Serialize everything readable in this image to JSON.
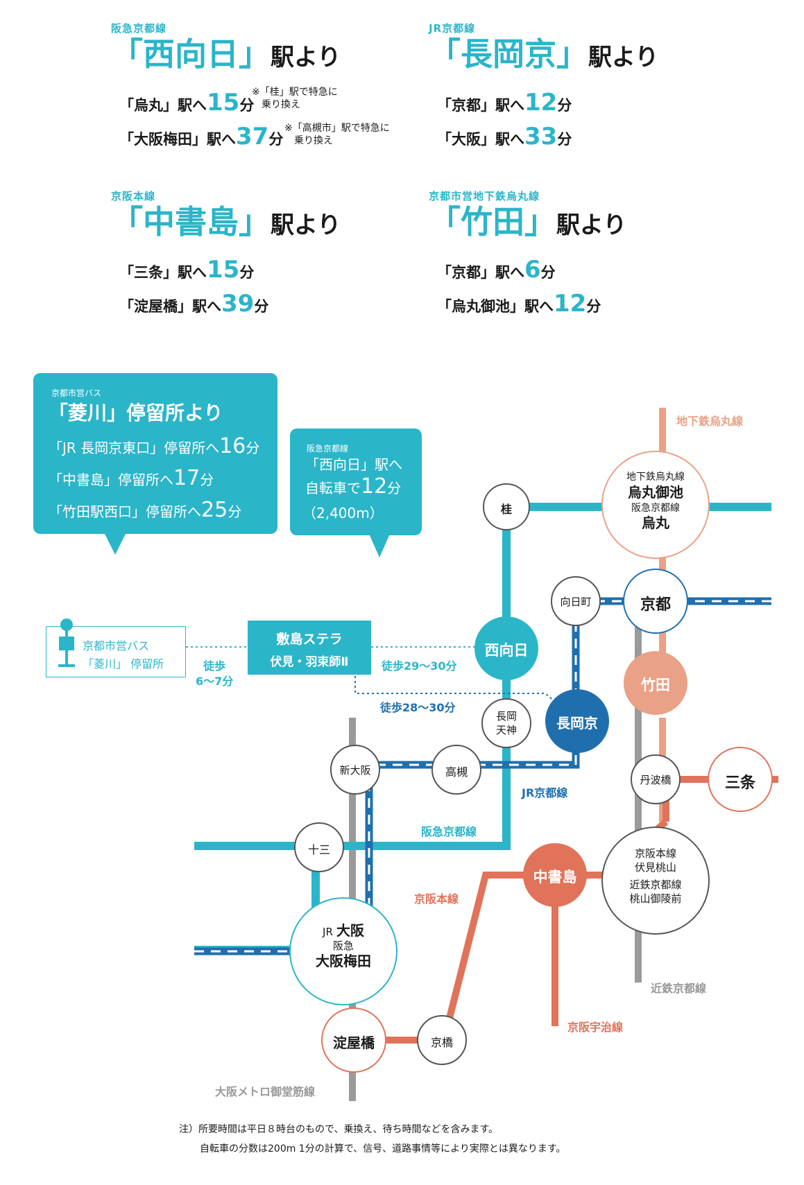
{
  "routes": [
    {
      "line": "阪急京都線",
      "station": "西向日",
      "suffix": "駅より",
      "dests": [
        {
          "pre": "「烏丸」駅へ",
          "min": "15",
          "unit": "分",
          "note": [
            "※「桂」駅で特急に",
            "乗り換え"
          ]
        },
        {
          "pre": "「大阪梅田」駅へ",
          "min": "37",
          "unit": "分",
          "note": [
            "※「高槻市」駅で特急に",
            "乗り換え"
          ]
        }
      ]
    },
    {
      "line": "JR京都線",
      "station": "長岡京",
      "suffix": "駅より",
      "dests": [
        {
          "pre": "「京都」駅へ",
          "min": "12",
          "unit": "分"
        },
        {
          "pre": "「大阪」駅へ",
          "min": "33",
          "unit": "分"
        }
      ]
    },
    {
      "line": "京阪本線",
      "station": "中書島",
      "suffix": "駅より",
      "dests": [
        {
          "pre": "「三条」駅へ",
          "min": "15",
          "unit": "分"
        },
        {
          "pre": "「淀屋橋」駅へ",
          "min": "39",
          "unit": "分"
        }
      ]
    },
    {
      "line": "京都市営地下鉄烏丸線",
      "station": "竹田",
      "suffix": "駅より",
      "dests": [
        {
          "pre": "「京都」駅へ",
          "min": "6",
          "unit": "分"
        },
        {
          "pre": "「烏丸御池」駅へ",
          "min": "12",
          "unit": "分"
        }
      ]
    }
  ],
  "bus_callout": {
    "operator": "京都市営バス",
    "title": "「菱川」停留所より",
    "rows": [
      {
        "pre": "「JR 長岡京東口」停留所へ",
        "min": "16",
        "unit": "分"
      },
      {
        "pre": "「中書島」停留所へ",
        "min": "17",
        "unit": "分"
      },
      {
        "pre": "「竹田駅西口」停留所へ",
        "min": "25",
        "unit": "分"
      }
    ]
  },
  "bike_callout": {
    "line": "阪急京都線",
    "station": "「西向日」駅へ",
    "pre": "自転車で",
    "min": "12",
    "unit": "分",
    "distance": "（2,400m）"
  },
  "map": {
    "bus_stop": {
      "line1": "京都市営バス",
      "line2": "「菱川」 停留所"
    },
    "property": {
      "line1": "敷島ステラ",
      "line2": "伏見・羽束師Ⅱ"
    },
    "walk_bus": {
      "line1": "徒歩",
      "line2": "6〜7分"
    },
    "walk_nishimuko": "徒歩29〜30分",
    "walk_nagaokakyo": "徒歩28〜30分",
    "line_labels": {
      "karasuma_subway": "地下鉄烏丸線",
      "jr_kyoto": "JR京都線",
      "hankyu_kyoto": "阪急京都線",
      "keihan_main": "京阪本線",
      "kintetsu_kyoto": "近鉄京都線",
      "keihan_uji": "京阪宇治線",
      "osaka_metro_midosuji": "大阪メトロ御堂筋線"
    },
    "stations": {
      "katsura": "桂",
      "karasuma_oike": {
        "l1": "地下鉄烏丸線",
        "l2": "烏丸御池",
        "l3": "阪急京都線",
        "l4": "烏丸"
      },
      "mukomachi": "向日町",
      "kyoto": "京都",
      "nishimuko": "西向日",
      "takeda": "竹田",
      "nagaoka_tenjin": {
        "l1": "長岡",
        "l2": "天神"
      },
      "nagaokakyo": "長岡京",
      "shin_osaka": "新大阪",
      "takatsuki": "高槻",
      "tambabashi": "丹波橋",
      "sanjo": "三条",
      "juso": "十三",
      "fushimi_momoyama": {
        "l1": "京阪本線",
        "l2": "伏見桃山",
        "l3": "近鉄京都線",
        "l4": "桃山御陵前"
      },
      "chushojima": "中書島",
      "osaka": {
        "l1a": "JR",
        "l1b": "大阪",
        "l2": "阪急",
        "l3": "大阪梅田"
      },
      "yodoyabashi": "淀屋橋",
      "kyobashi": "京橋"
    }
  },
  "footnote": {
    "line1": "注）所要時間は平日８時台のもので、乗換え、待ち時間などを含みます。",
    "line2": "自転車の分数は200m 1分の計算で、信号、道路事情等により実際とは異なります。"
  },
  "colors": {
    "teal": "#2bb5c9",
    "jr_blue": "#1f6fae",
    "keihan_orange": "#e0735a",
    "subway_salmon": "#e9a187",
    "kintetsu_gray": "#999999"
  }
}
